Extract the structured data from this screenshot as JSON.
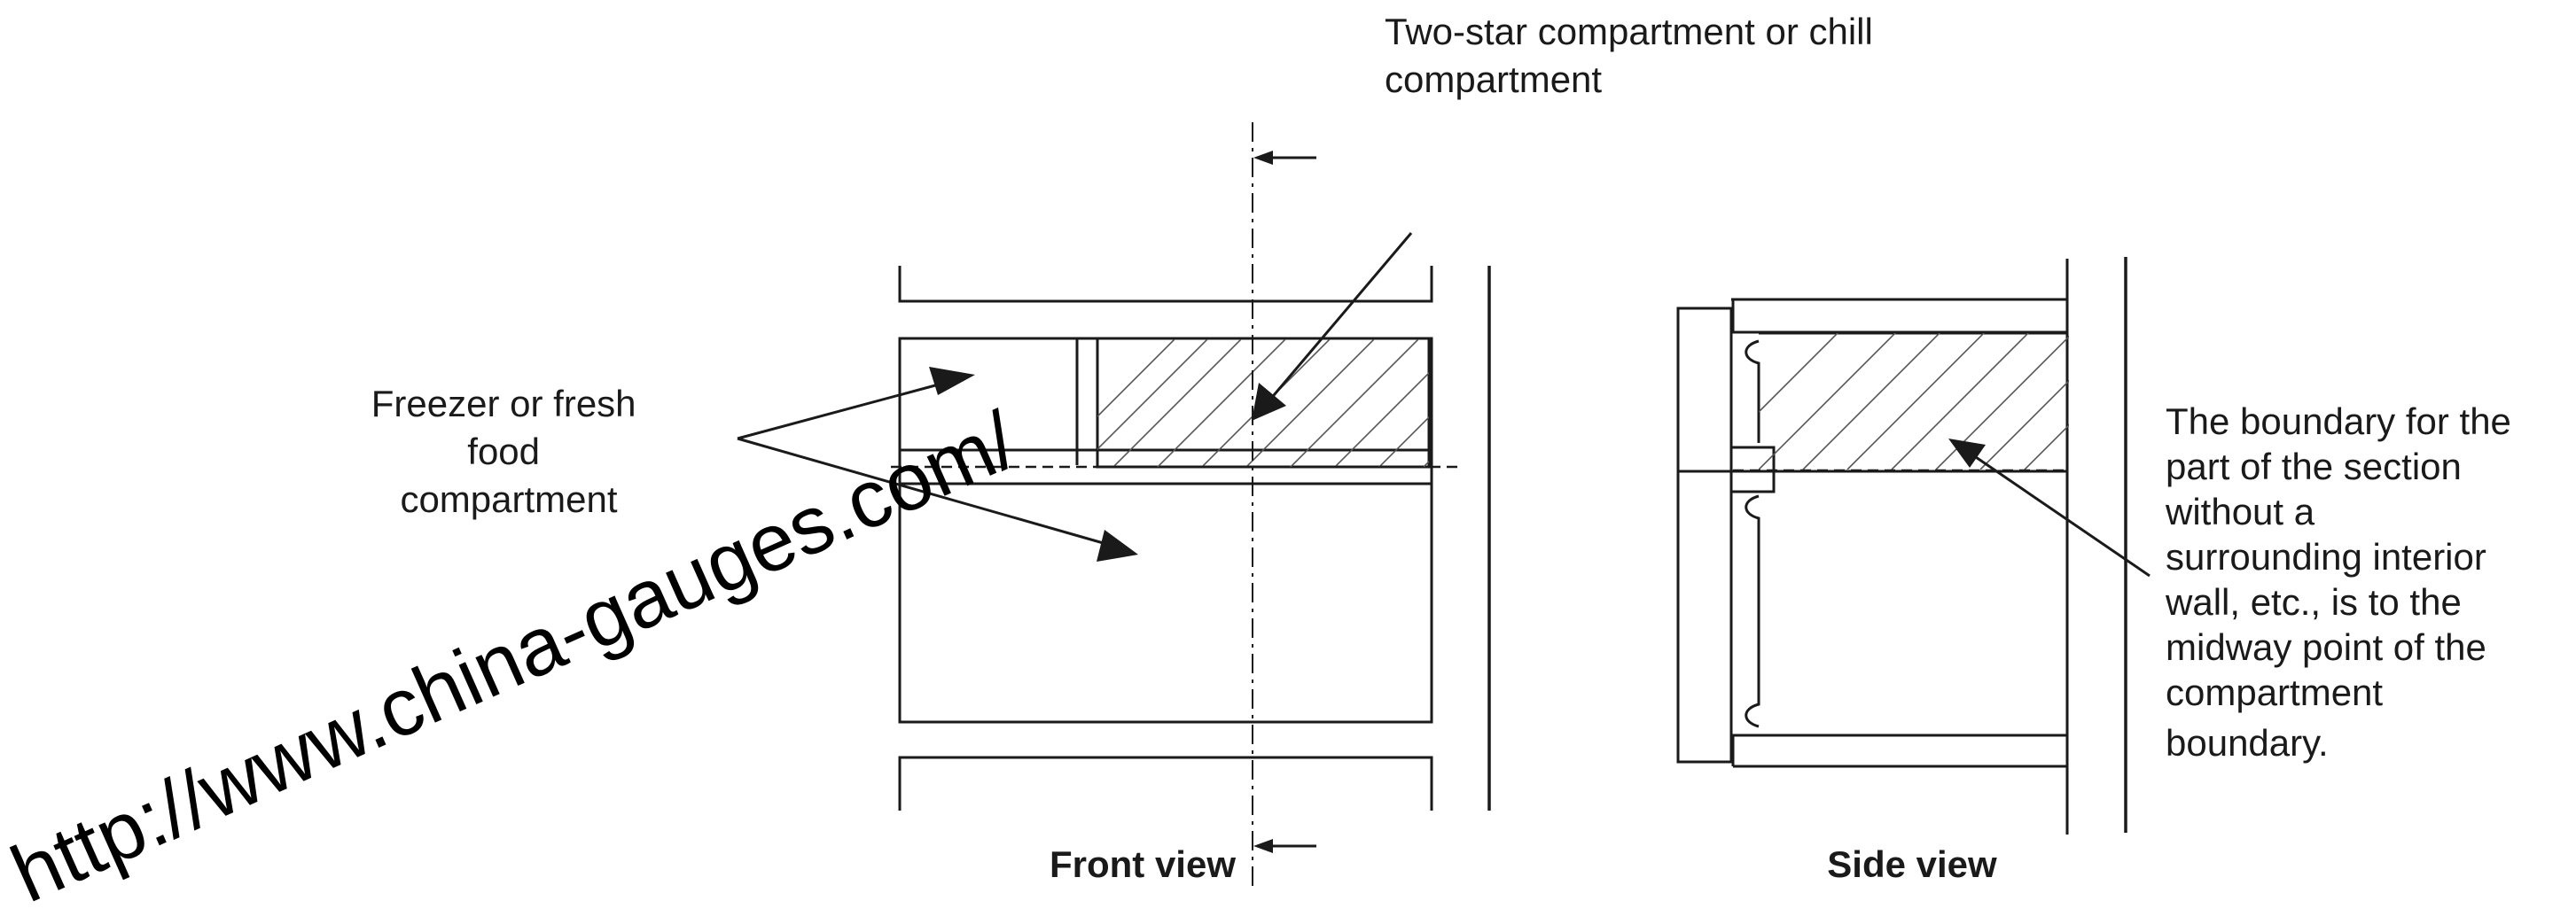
{
  "labels": {
    "two_star": [
      "Two-star compartment or chill",
      "compartment"
    ],
    "freezer": [
      "Freezer or fresh",
      "food",
      "compartment"
    ],
    "boundary": [
      "The boundary for the",
      "part of the section",
      "without a",
      "surrounding interior",
      "wall, etc., is to the",
      "midway point of the",
      "compartment",
      "boundary."
    ]
  },
  "titles": {
    "front": "Front view",
    "side": "Side view"
  },
  "watermark": "http://www.china-gauges.com/"
}
